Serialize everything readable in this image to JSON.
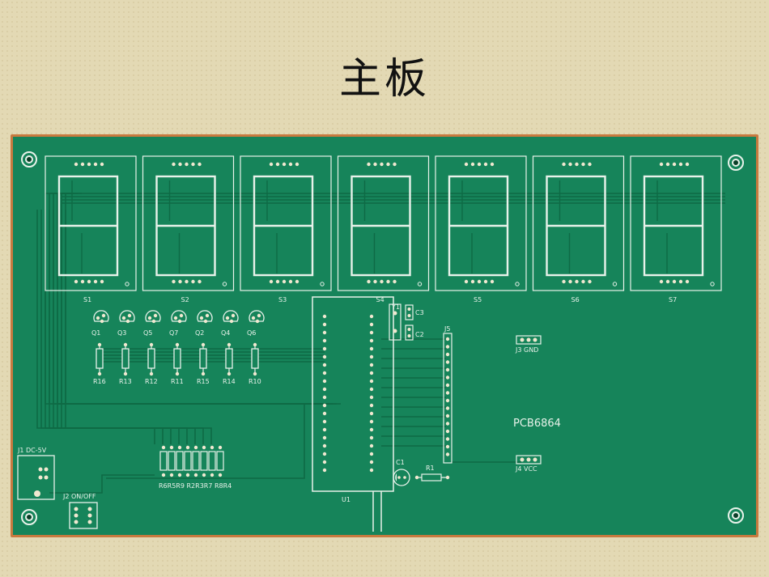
{
  "slide": {
    "title": "主板"
  },
  "pcb": {
    "label": "PCB6864",
    "colors": {
      "board": "#16845a",
      "edge": "#c87a3f",
      "silkscreen": "#e8f2ea",
      "trace": "#0e6a45"
    },
    "displays": [
      "S1",
      "S2",
      "S3",
      "S4",
      "S5",
      "S6",
      "S7"
    ],
    "transistors": [
      "Q1",
      "Q3",
      "Q5",
      "Q7",
      "Q2",
      "Q4",
      "Q6"
    ],
    "resistors_row": [
      "R16",
      "R13",
      "R12",
      "R11",
      "R15",
      "R14",
      "R10"
    ],
    "resistor_bank": "R6R5R9 R2R3R7 R8R4",
    "ic": "U1",
    "crystal": "Y1",
    "capacitors": [
      "C1",
      "C2",
      "C3"
    ],
    "resistor_r1": "R1",
    "headers": {
      "j1": "J1 DC-5V",
      "j2": "J2 ON/OFF",
      "j3": "J3 GND",
      "j4": "J4 VCC",
      "j5": "J5"
    }
  }
}
